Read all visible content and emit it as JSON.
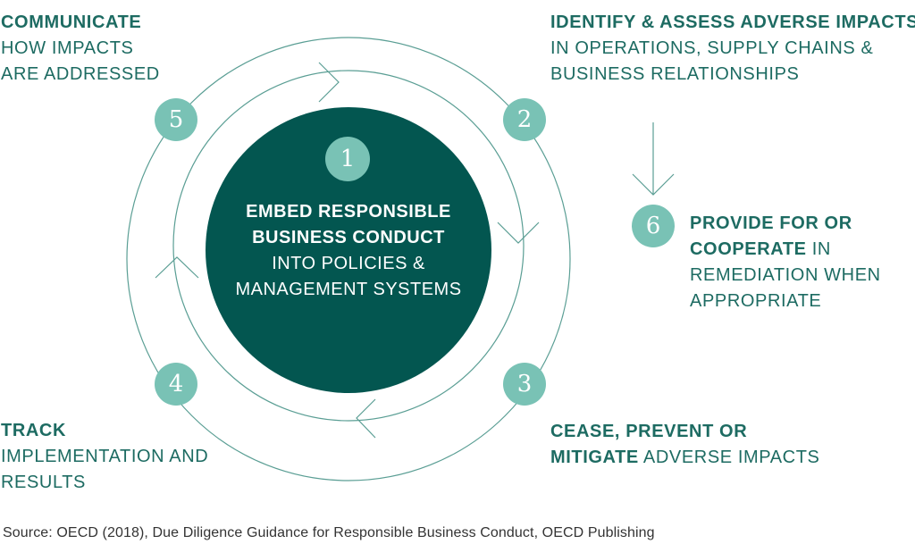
{
  "center": {
    "number": "1",
    "bold_line1": "EMBED RESPONSIBLE",
    "bold_line2": "BUSINESS CONDUCT",
    "line3": "INTO POLICIES &",
    "line4": "MANAGEMENT SYSTEMS"
  },
  "steps": {
    "communicate": {
      "number": "5",
      "bold": "COMMUNICATE",
      "line2": "HOW IMPACTS",
      "line3": "ARE ADDRESSED"
    },
    "identify": {
      "number": "2",
      "bold": "IDENTIFY & ASSESS ADVERSE IMPACTS",
      "line2": "IN OPERATIONS, SUPPLY CHAINS &",
      "line3": "BUSINESS RELATIONSHIPS"
    },
    "provide": {
      "number": "6",
      "bold_line1": "PROVIDE FOR OR",
      "bold_line2": "COOPERATE",
      "line2_rest": " IN",
      "line3": "REMEDIATION WHEN",
      "line4": "APPROPRIATE"
    },
    "cease": {
      "number": "3",
      "bold_line1": "CEASE, PREVENT OR",
      "bold_line2": "MITIGATE",
      "line2_rest": " ADVERSE IMPACTS"
    },
    "track": {
      "number": "4",
      "bold": "TRACK",
      "line2": "IMPLEMENTATION AND",
      "line3": "RESULTS"
    }
  },
  "source": "Source: OECD (2018), Due Diligence Guidance for Responsible Business Conduct, OECD Publishing",
  "colors": {
    "dark_teal": "#035650",
    "light_teal": "#79c2b5",
    "text_teal": "#1d6b62",
    "ring": "#5a9e94"
  }
}
